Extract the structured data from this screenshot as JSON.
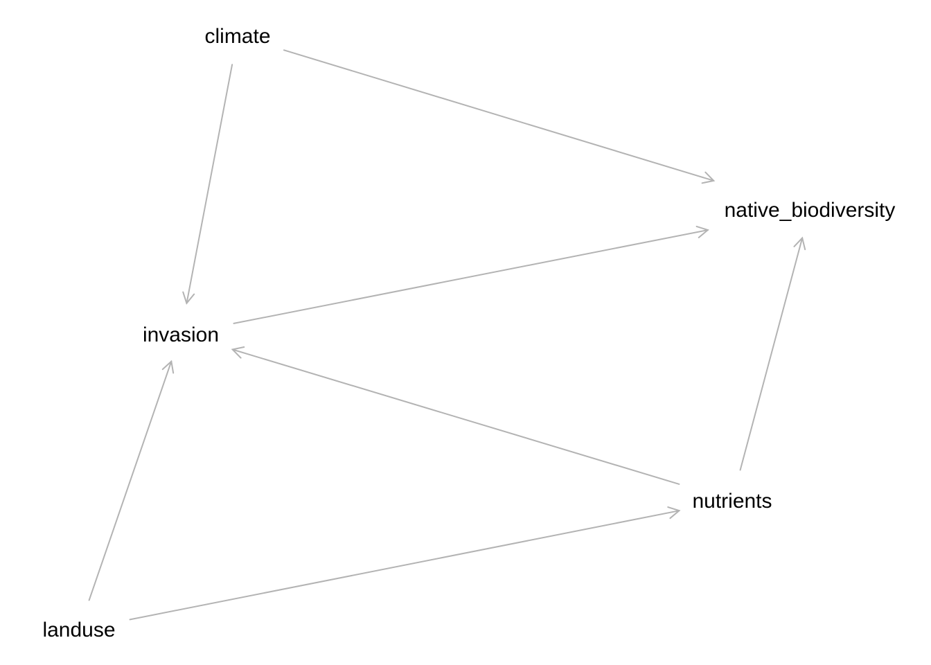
{
  "diagram": {
    "type": "directed-acyclic-graph",
    "nodes": [
      {
        "id": "climate",
        "label": "climate"
      },
      {
        "id": "native_biodiversity",
        "label": "native_biodiversity"
      },
      {
        "id": "invasion",
        "label": "invasion"
      },
      {
        "id": "nutrients",
        "label": "nutrients"
      },
      {
        "id": "landuse",
        "label": "landuse"
      }
    ],
    "edges": [
      {
        "from": "climate",
        "to": "native_biodiversity"
      },
      {
        "from": "climate",
        "to": "invasion"
      },
      {
        "from": "invasion",
        "to": "native_biodiversity"
      },
      {
        "from": "nutrients",
        "to": "invasion"
      },
      {
        "from": "nutrients",
        "to": "native_biodiversity"
      },
      {
        "from": "landuse",
        "to": "invasion"
      },
      {
        "from": "landuse",
        "to": "nutrients"
      }
    ],
    "edge_color": "#b3b3b3",
    "label_color": "#000000",
    "background": "#ffffff"
  }
}
